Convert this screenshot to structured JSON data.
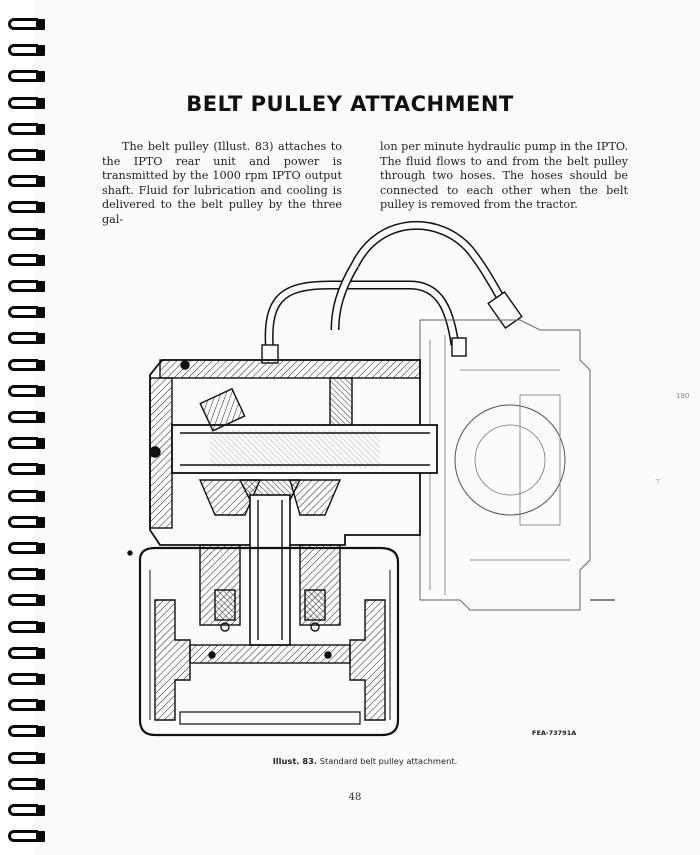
{
  "page": {
    "title": "BELT PULLEY ATTACHMENT",
    "paragraph_left": "The belt pulley (Illust. 83) attaches to the IPTO rear unit and power is transmitted by the 1000 rpm IPTO output shaft. Fluid for lubrication and cooling is delivered to the belt pulley by the three gal-",
    "paragraph_right": "lon per minute hydraulic pump in the IPTO. The fluid flows to and from the belt pulley through two hoses. The hoses should be connected to each other when the belt pulley is removed from the tractor.",
    "figure_code": "FEA-73791A",
    "caption_label": "Illust. 83.",
    "caption_text": "Standard belt pulley attachment.",
    "page_number": "48",
    "margin_mark_1": "180",
    "margin_mark_2": "⊤"
  },
  "colors": {
    "paper": "#fbfbf9",
    "ink": "#111111",
    "binding": "#0a0a0a"
  },
  "icons": {
    "binding": "spiral-binding-icon",
    "figure": "belt-pulley-cross-section-illustration"
  }
}
